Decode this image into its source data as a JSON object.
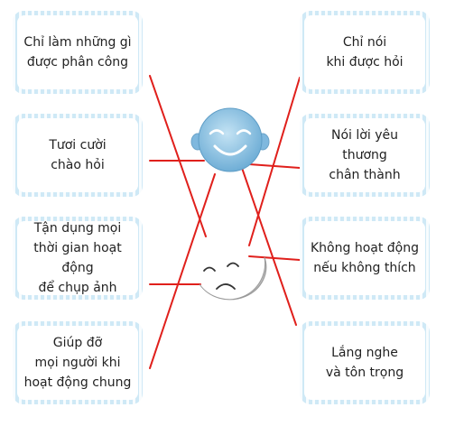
{
  "left_cards": [
    {
      "text": "Chỉ làm những gì\nđược phân công"
    },
    {
      "text": "Tươi cười\nchào hỏi"
    },
    {
      "text": "Tận dụng mọi\nthời gian hoạt động\nđể chụp ảnh"
    },
    {
      "text": "Giúp đỡ\nmọi người khi\nhoạt động chung"
    }
  ],
  "right_cards": [
    {
      "text": "Chỉ nói\nkhi được hỏi"
    },
    {
      "text": "Nói lời yêu thương\nchân thành"
    },
    {
      "text": "Không hoạt động\nnếu không thích"
    },
    {
      "text": "Lắng nghe\nvà tôn trọng"
    }
  ],
  "faces": {
    "happy": {
      "icon": "happy-face-icon"
    },
    "sad": {
      "icon": "sad-face-icon"
    }
  },
  "colors": {
    "card_border": "#cfe9f6",
    "line": "#e0201c",
    "happy_face": "#8fc6e6",
    "sad_face": "#d0d0d0"
  },
  "connections": {
    "happy_face": [
      "Tươi cười\nchào hỏi",
      "Giúp đỡ\nmọi người khi\nhoạt động chung",
      "Nói lời yêu thương\nchân thành",
      "Lắng nghe\nvà tôn trọng"
    ],
    "sad_face": [
      "Chỉ làm những gì\nđược phân công",
      "Tận dụng mọi\nthời gian hoạt động\nđể chụp ảnh",
      "Chỉ nói\nkhi được hỏi",
      "Không hoạt động\nnếu không thích"
    ]
  }
}
